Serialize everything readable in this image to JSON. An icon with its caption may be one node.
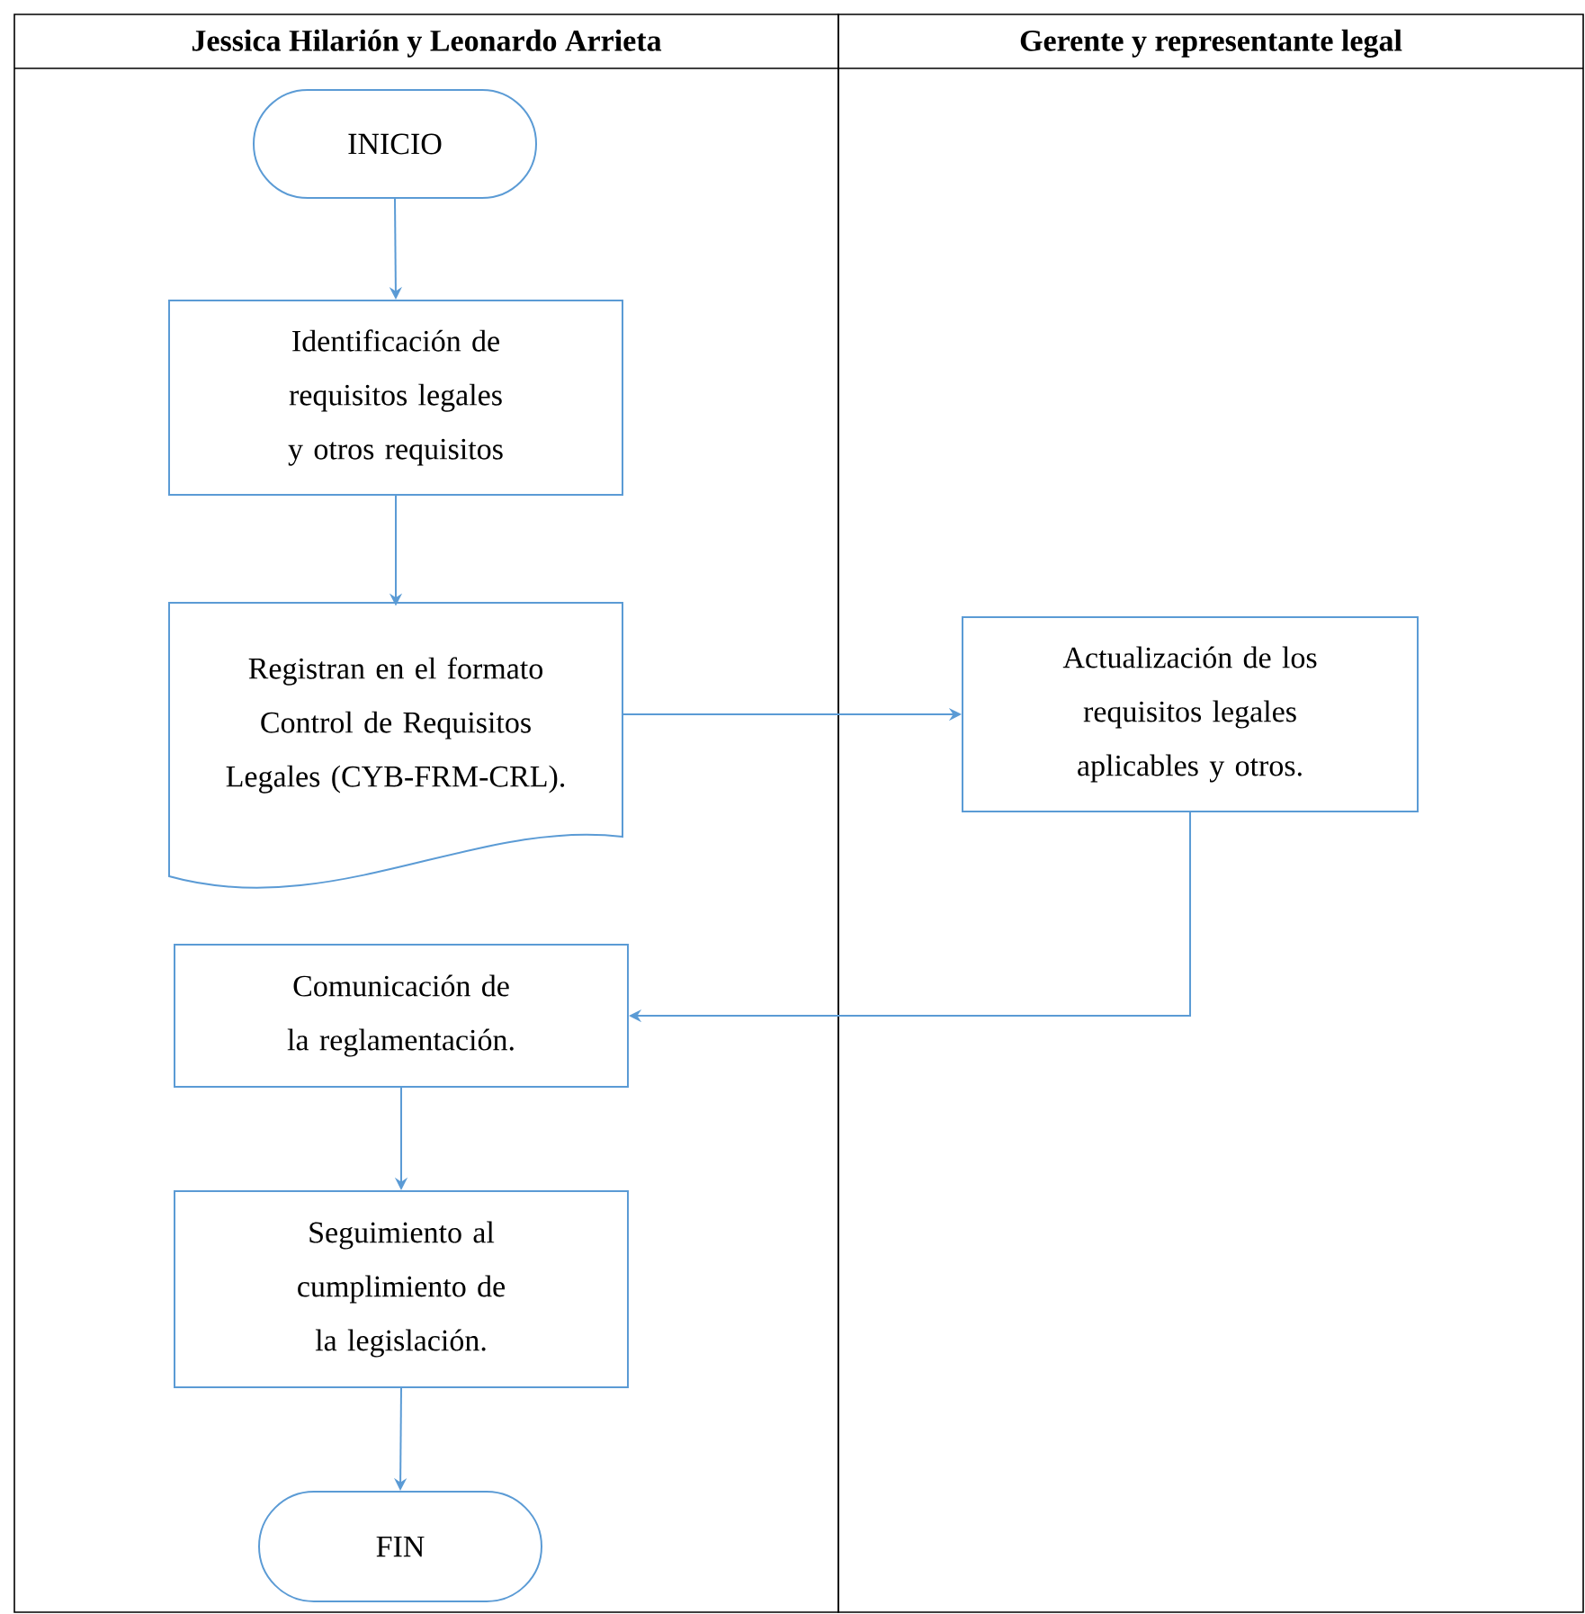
{
  "diagram": {
    "nodes": [
      {
        "text": [
          "Jessica Hilarión y Leonardo Arrieta"
        ]
      },
      {
        "text": [
          "Gerente y representante legal"
        ]
      },
      {
        "text": [
          "INICIO"
        ],
        "in": 0
      },
      {
        "text": [
          "Identificación de requisitos legales y otros requisitos"
        ],
        "in": 0
      },
      {
        "text": [
          "Registran en el formato Control de Requisitos Legales (CYB-FRM-CRL)."
        ],
        "in": 0
      },
      {
        "text": [
          "Actualización de los requisitos legales aplicables y otros."
        ],
        "in": 1
      },
      {
        "text": [
          "Comunicación de la reglamentación."
        ],
        "in": 0
      },
      {
        "text": [
          "Seguimiento al cumplimiento de la legislación."
        ],
        "in": 0
      },
      {
        "text": [
          "FIN"
        ],
        "in": 0
      }
    ],
    "edges": [
      {
        "from": 2,
        "to": 3,
        "arrow": "to"
      },
      {
        "from": 3,
        "to": 4,
        "arrow": "to"
      },
      {
        "from": 4,
        "to": 5,
        "arrow": "to"
      },
      {
        "from": 5,
        "to": 6,
        "arrow": "to"
      },
      {
        "from": 6,
        "to": 7,
        "arrow": "to"
      },
      {
        "from": 7,
        "to": 8,
        "arrow": "to"
      }
    ]
  }
}
